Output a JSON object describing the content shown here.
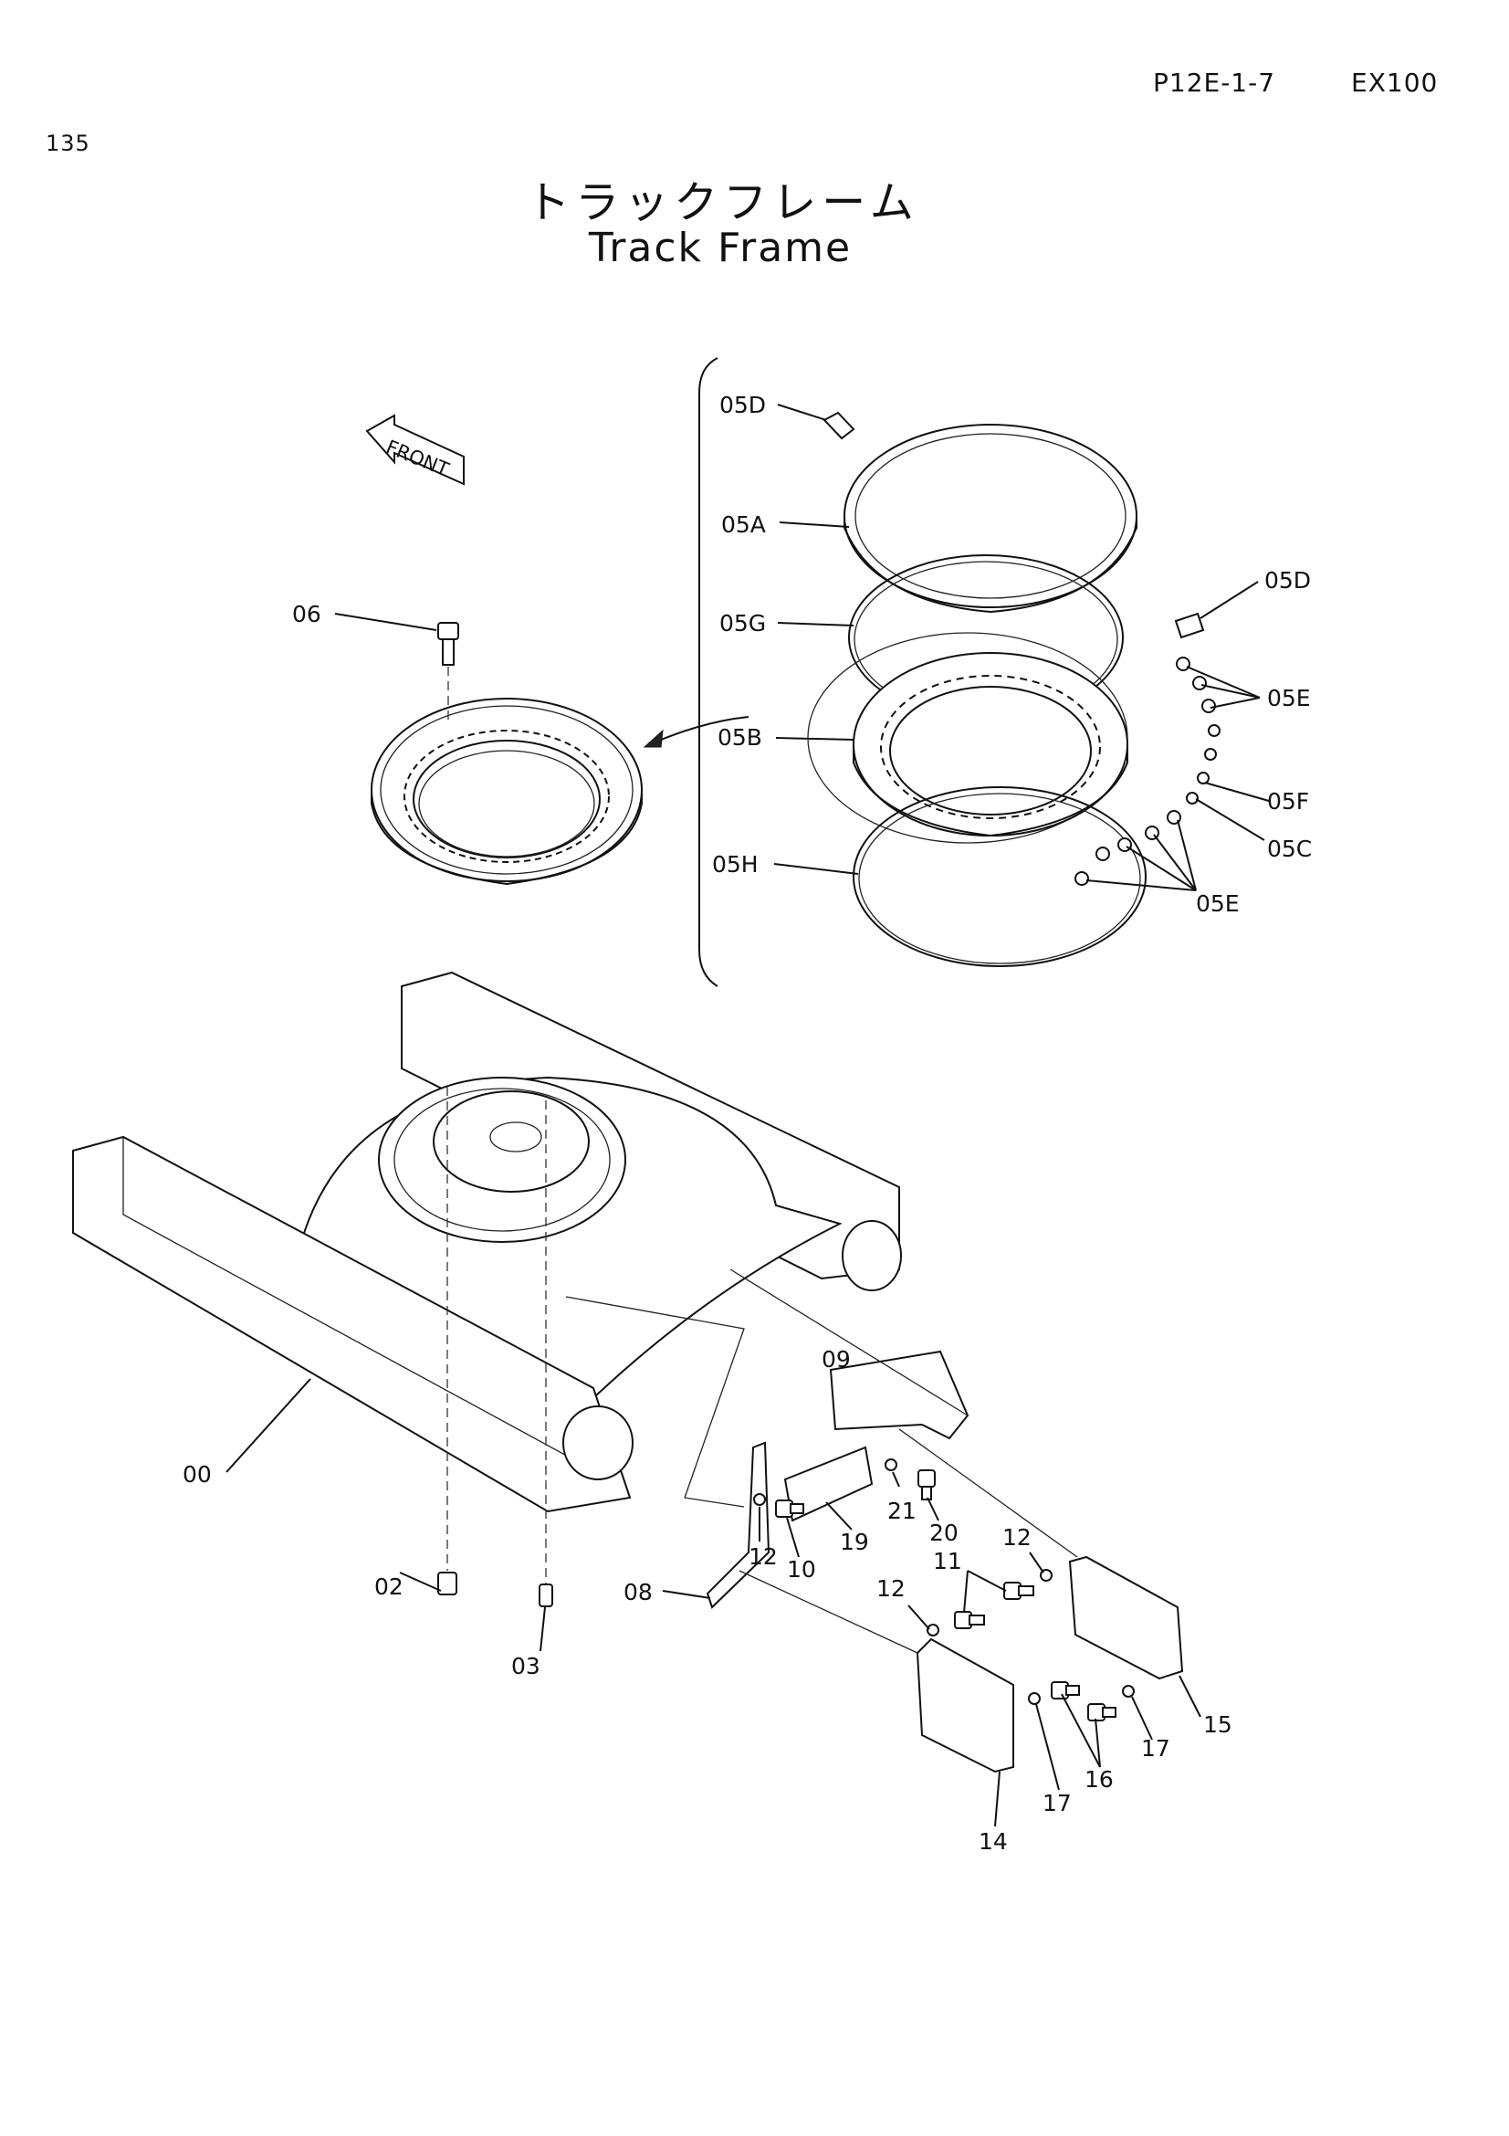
{
  "header": {
    "page_number": "135",
    "doc_code": "P12E-1-7",
    "model": "EX100"
  },
  "title": {
    "japanese": "トラックフレーム",
    "english": "Track Frame"
  },
  "direction_arrow": "FRONT",
  "callouts": {
    "c05D_top": "05D",
    "c05A": "05A",
    "c05D_right": "05D",
    "c06": "06",
    "c05G": "05G",
    "c05E_upper": "05E",
    "c05B": "05B",
    "c05F": "05F",
    "c05C": "05C",
    "c05H": "05H",
    "c05E_lower": "05E",
    "c09": "09",
    "c00": "00",
    "c21": "21",
    "c20": "20",
    "c19": "19",
    "c12_a": "12",
    "c10": "10",
    "c12_b": "12",
    "c11": "11",
    "c12_c": "12",
    "c02": "02",
    "c08": "08",
    "c03": "03",
    "c15": "15",
    "c17_a": "17",
    "c16": "16",
    "c17_b": "17",
    "c14": "14"
  }
}
